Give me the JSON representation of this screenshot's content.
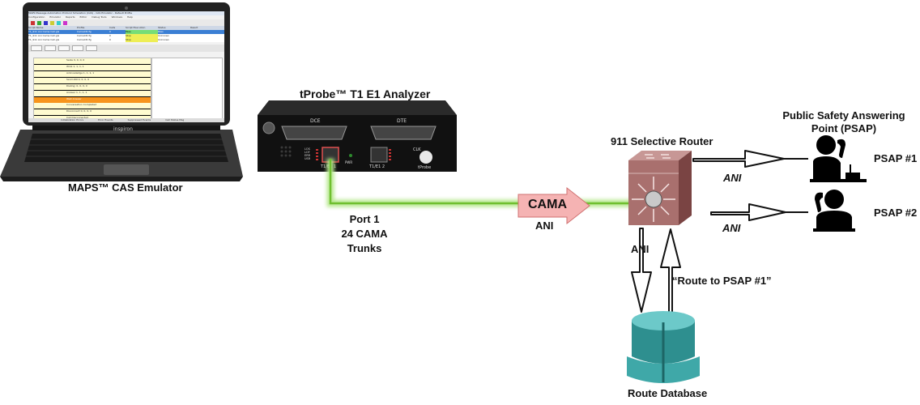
{
  "laptop": {
    "caption": "MAPS™ CAS Emulator",
    "brand": "inspiron",
    "app_title": "MAPS Message Automation Protocol Simulation (CAS) - CAS Emulator - Default Profile",
    "menu": [
      "Configuration",
      "Emulator",
      "Reports",
      "Editor",
      "Debug Tools",
      "Windows",
      "Help"
    ],
    "table_header": [
      "Script Name",
      "Profile",
      "Calls",
      "Script Execution",
      "Status",
      "Result"
    ],
    "table_rows": [
      [
        "T1_911 Ani Cama Call.gls",
        "CamaCP.cfg",
        "0",
        "Pass",
        "Pass"
      ],
      [
        "T1_911 Ani Cama Call.gls",
        "CamaCP.cfg",
        "0",
        "Stop",
        "Unknown"
      ],
      [
        "T1_911 Ani Cama Call.gls",
        "CamaCP.cfg",
        "0",
        "Stop",
        "Unknown"
      ]
    ],
    "ladder_items": [
      "Seize 0, 0, 0, 0",
      "Wink 1, 1, 1, 1",
      "Acknowledge 1, 1, 1, 1",
      "Send ANI 0, 0, 0, 0",
      "Dialing: 0, 0, 0, 0",
      "Answer 1, 1, 1, 1",
      "Wait Answer",
      "Conversation Completed",
      "Disconnect 0, 0, 0, 0",
      "Call Disconnected"
    ],
    "status_items": [
      "Initialization Errors",
      "Error Events",
      "Suppressed Events",
      "Call Status Msg"
    ]
  },
  "analyzer": {
    "title": "tProbe™ T1 E1 Analyzer",
    "port_dce": "DCE",
    "port_dte": "DTE",
    "port1_label": "T1/E1 1",
    "port2_label": "T1/E1 2",
    "pwr": "PWR",
    "clk": "CLK",
    "leds": [
      "LOS",
      "LOF",
      "ERR",
      "USR"
    ],
    "brand": "tProbe"
  },
  "link": {
    "port_lines": [
      "Port 1",
      "24 CAMA",
      "Trunks"
    ],
    "cama_label": "CAMA",
    "ani_label": "ANI"
  },
  "router": {
    "title": "911 Selective Router",
    "ani_down": "ANI",
    "route_response": "“Route to PSAP #1”"
  },
  "psap": {
    "heading_lines": [
      "Public Safety Answering",
      "Point (PSAP)"
    ],
    "psap1": "PSAP #1",
    "psap2": "PSAP #2",
    "ani_top": "ANI",
    "ani_bottom": "ANI"
  },
  "database": {
    "caption": "Route Database"
  },
  "colors": {
    "cama_arrow": "#f5b3b3",
    "green_link": "#6fbf2f",
    "router": "#a9706e",
    "database": "#3fa8a8"
  }
}
